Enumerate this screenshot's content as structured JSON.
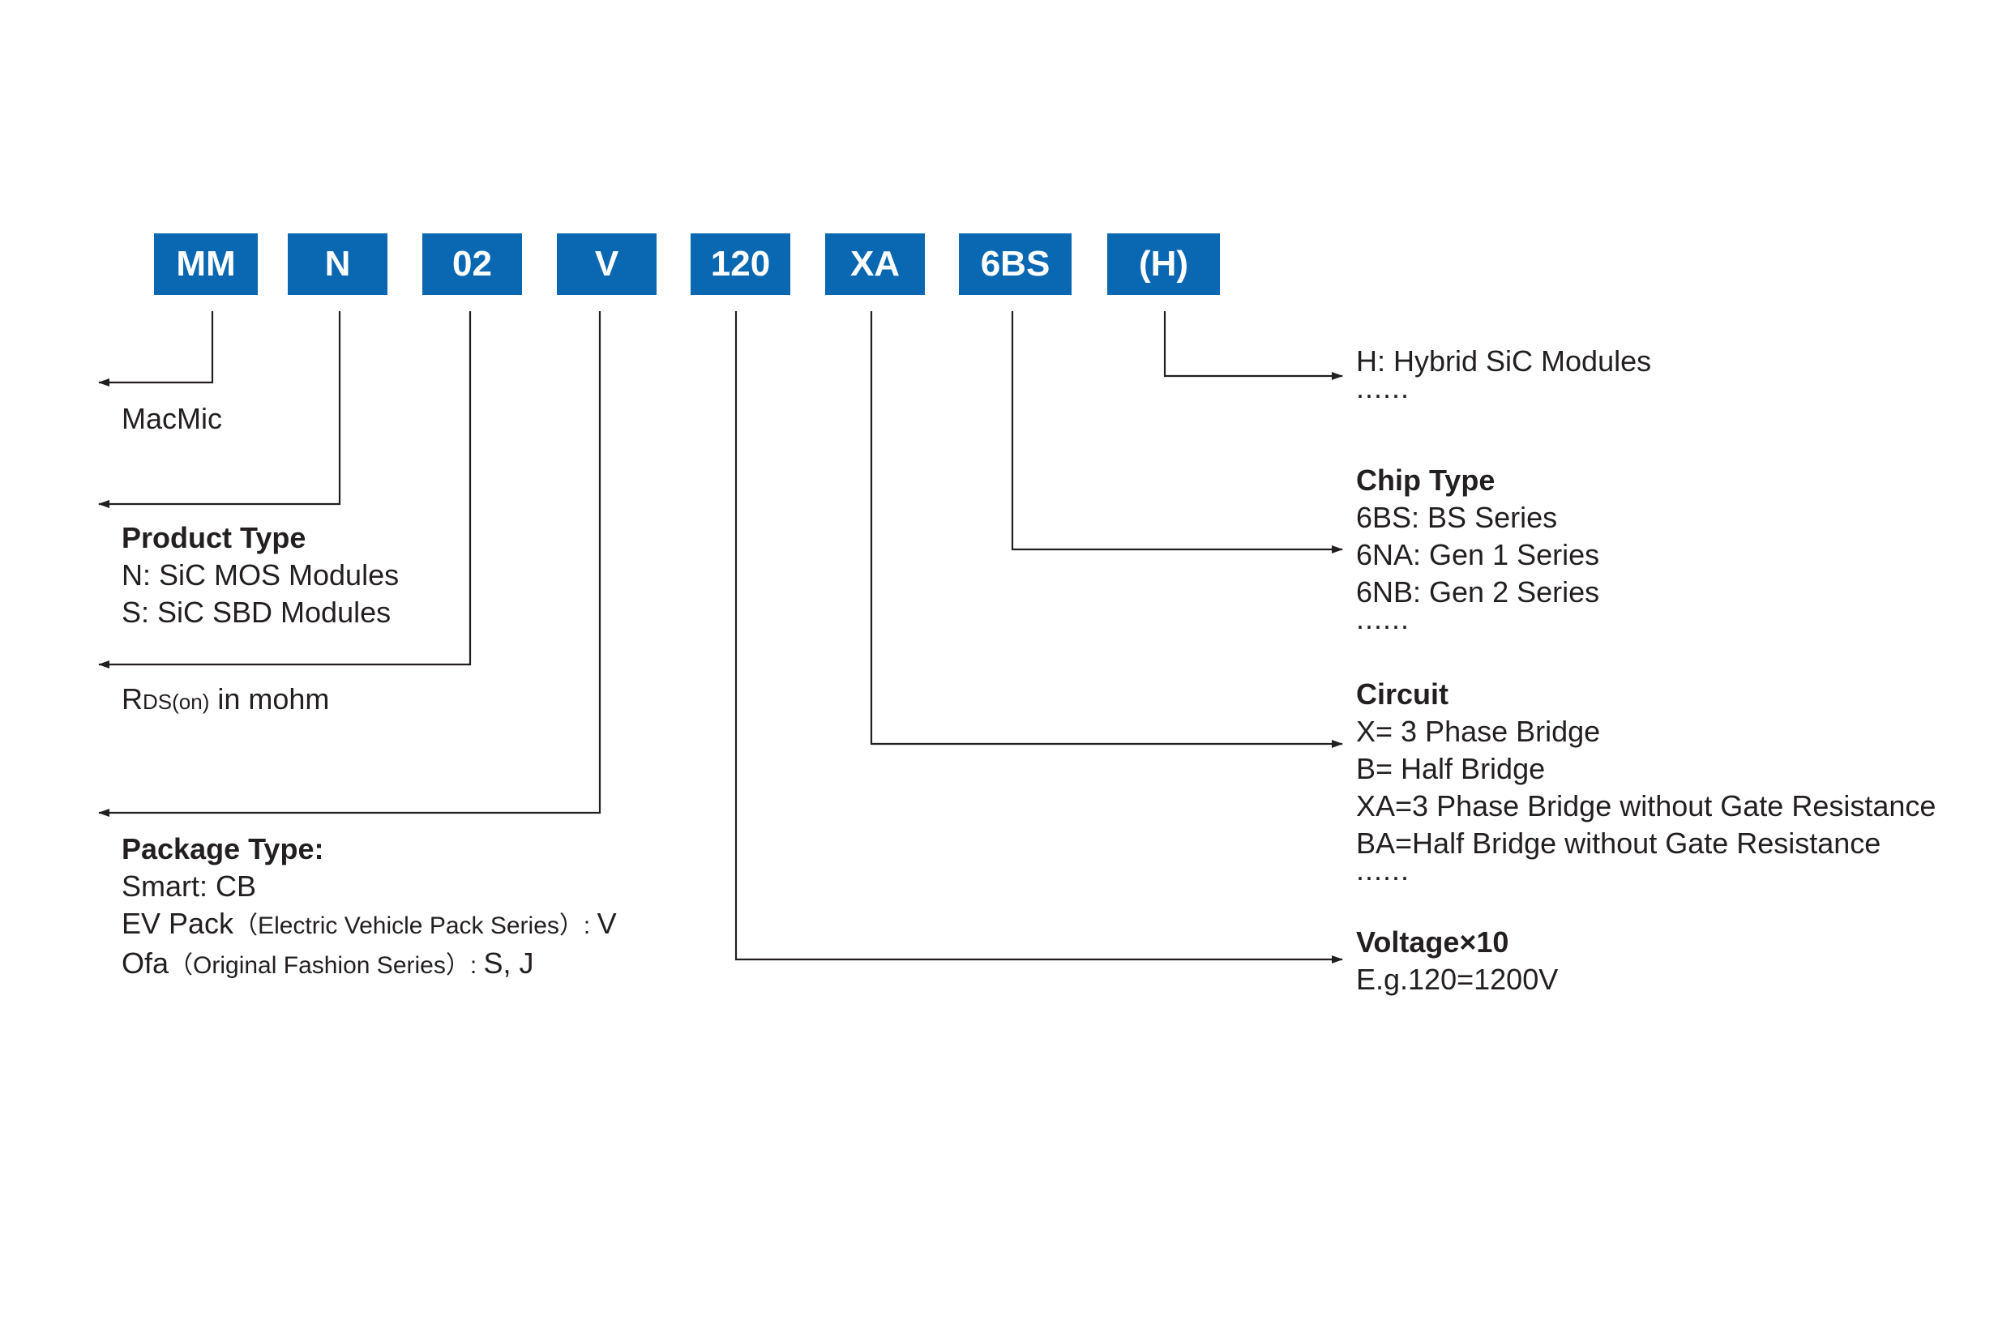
{
  "code_parts": [
    "MM",
    "N",
    "02",
    "V",
    "120",
    "XA",
    "6BS",
    "(H)"
  ],
  "left": {
    "brand": "MacMic",
    "product_type": {
      "title": "Product Type",
      "lines": [
        "N: SiC MOS Modules",
        "S: SiC SBD Modules"
      ]
    },
    "rds": {
      "prefix": "R",
      "subscript": "DS(on)",
      "suffix": " in mohm"
    },
    "package_type": {
      "title": "Package Type:",
      "smart": "Smart: CB",
      "ev_main": "EV Pack",
      "ev_note": "（Electric Vehicle Pack Series）: ",
      "ev_val": "V",
      "ofa_main": "Ofa",
      "ofa_note": "（Original Fashion Series）: ",
      "ofa_val": "S, J"
    }
  },
  "right": {
    "hybrid": {
      "line": "H: Hybrid SiC Modules",
      "more": "......"
    },
    "chip_type": {
      "title": "Chip Type",
      "lines": [
        "6BS: BS Series",
        "6NA: Gen 1 Series",
        "6NB: Gen 2 Series"
      ],
      "more": "......"
    },
    "circuit": {
      "title": "Circuit",
      "lines": [
        "X= 3 Phase Bridge",
        "B= Half Bridge",
        "XA=3 Phase Bridge without Gate Resistance",
        "BA=Half Bridge without Gate Resistance"
      ],
      "more": "......"
    },
    "voltage": {
      "title": "Voltage×10",
      "example": "E.g.120=1200V"
    }
  },
  "colors": {
    "box_fill": "#0a67b1",
    "box_text": "#ffffff",
    "text": "#231f20",
    "line": "#231f20"
  }
}
